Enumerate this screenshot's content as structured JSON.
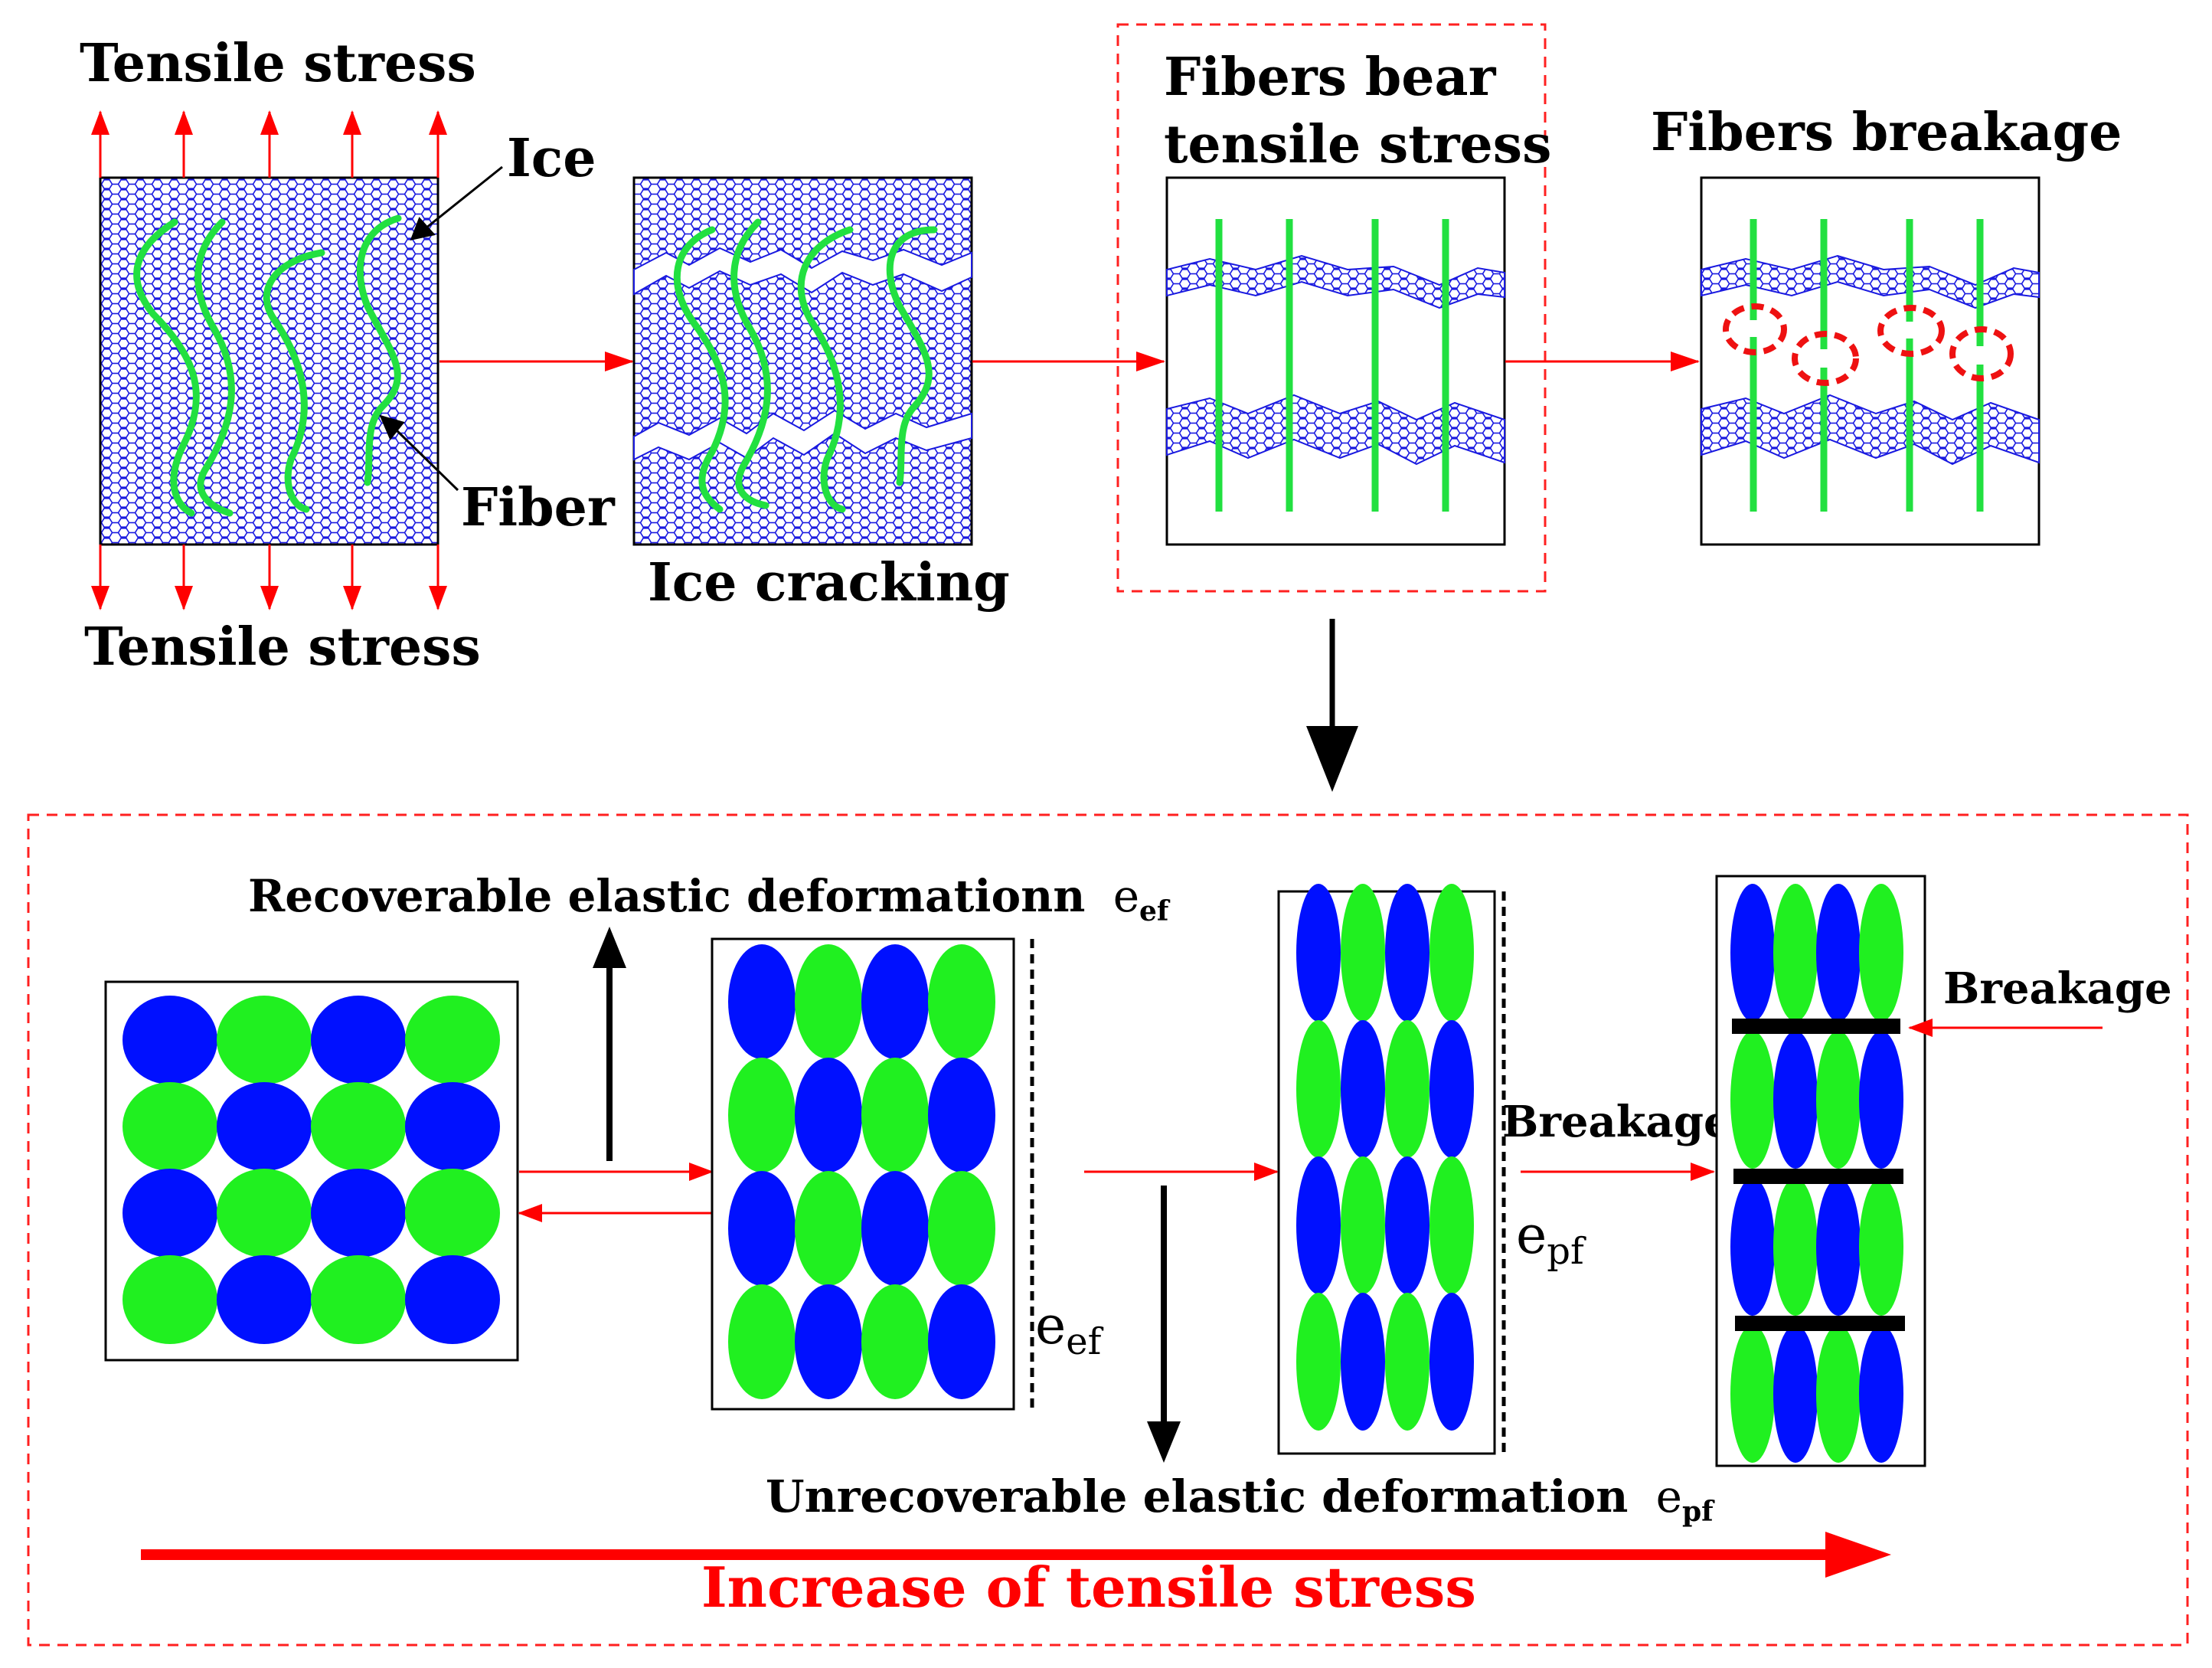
{
  "labels": {
    "tensile_top": "Tensile stress",
    "tensile_bottom": "Tensile stress",
    "ice": "Ice",
    "fiber": "Fiber",
    "ice_cracking": "Ice cracking",
    "fibers_bear_line1": "Fibers bear",
    "fibers_bear_line2": "tensile stress",
    "fibers_breakage": "Fibers breakage",
    "recoverable": "Recoverable elastic deformationn",
    "unrecoverable": "Unrecoverable elastic deformation",
    "breakage_mid": "Breakage",
    "breakage_right": "Breakage",
    "increase": "Increase of tensile stress"
  },
  "symbols": {
    "e_base": "e",
    "ef_sub": "ef",
    "pf_sub": "pf"
  },
  "colors": {
    "ice_blue": "#1010d8",
    "fiber_green": "#22e040",
    "particle_blue": "#0010ff",
    "particle_green": "#20f020",
    "arrow_red": "#ff0000",
    "break_red": "#ee1111",
    "dash_red": "#ff2020",
    "black": "#000000"
  }
}
